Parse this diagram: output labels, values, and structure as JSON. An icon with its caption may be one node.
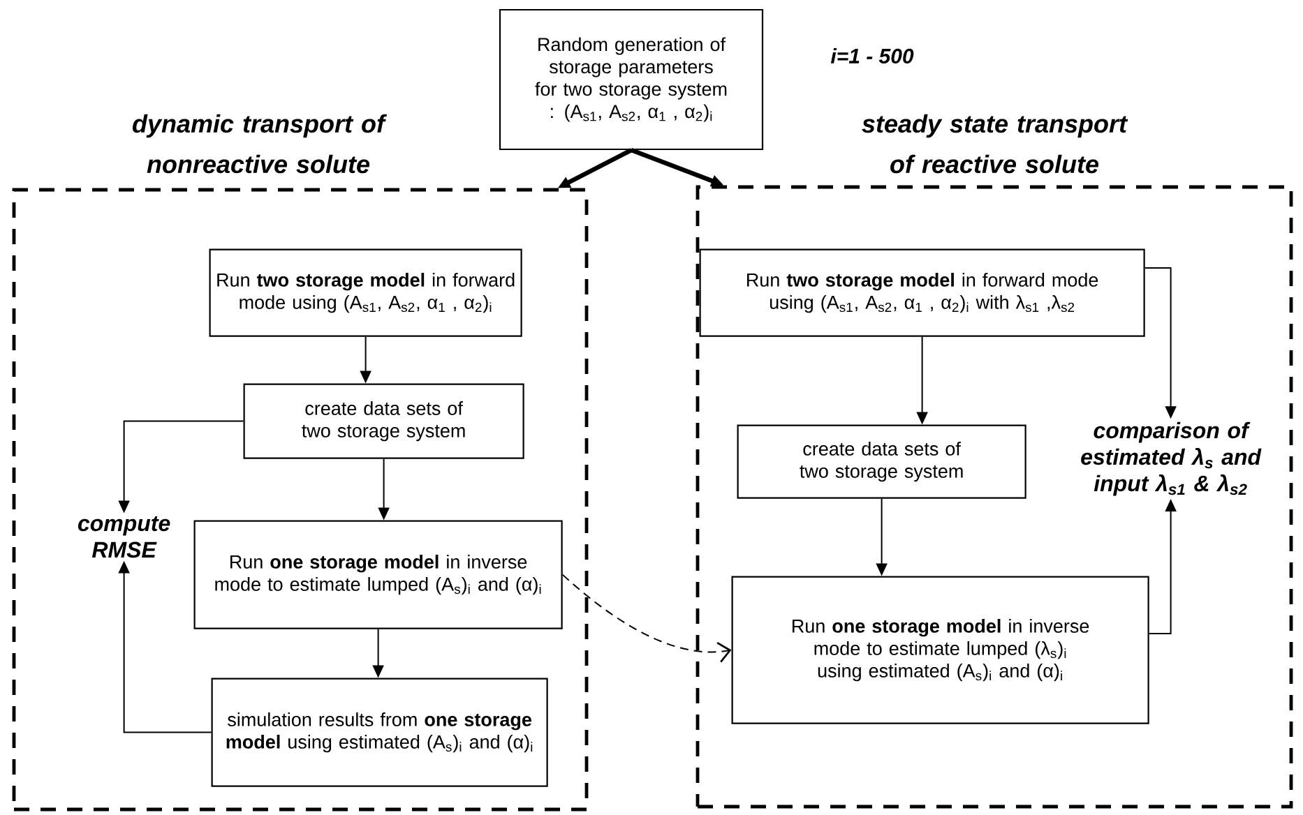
{
  "diagram": {
    "nodes": [
      {
        "text": [
          "Random generation of storage parameters for two storage system : (A$_{s1}$, A$_{s2}$, α$_{1}$ , α$_{2}$)$_{i}$"
        ]
      },
      {
        "text": [
          "dynamic transport of nonreactive solute"
        ]
      },
      {
        "text": [
          "steady state transport of reactive solute"
        ]
      },
      {
        "text": [
          "Run **two storage model** in forward mode using (A$_{s1}$, A$_{s2}$, α$_{1}$ , α$_{2}$)$_{i}$"
        ],
        "in": 1
      },
      {
        "text": [
          "create data sets of two storage system"
        ],
        "in": 1
      },
      {
        "text": [
          "compute RMSE"
        ],
        "in": 1
      },
      {
        "text": [
          "Run **one storage model** in inverse mode to estimate lumped (A$_{s}$)$_{i}$ and (α)$_{i}$"
        ],
        "in": 1
      },
      {
        "text": [
          "simulation results from **one storage model** using estimated (A$_{s}$)$_{i}$ and (α)$_{i}$"
        ],
        "in": 1
      },
      {
        "text": [
          "Run **two storage model** in forward mode using (A$_{s1}$, A$_{s2}$, α$_{1}$ , α$_{2}$)$_{i}$ with λ$_{s1}$ ,λ$_{s2}$"
        ],
        "in": 2
      },
      {
        "text": [
          "create data sets of two storage system"
        ],
        "in": 2
      },
      {
        "text": [
          "comparison of estimated λ$_{s}$ and input λ$_{s1}$ & λ$_{s2}$"
        ],
        "in": 2
      },
      {
        "text": [
          "Run **one storage model** in inverse mode to estimate lumped (λ$_{s}$)$_{i}$ using estimated (A$_{s}$)$_{i}$ and (α)$_{i}$"
        ],
        "in": 2
      }
    ],
    "edges": [
      {
        "from": 0,
        "to": 1,
        "arrow": "to",
        "style": "thick"
      },
      {
        "from": 0,
        "to": 2,
        "arrow": "to",
        "style": "thick"
      },
      {
        "from": 3,
        "to": 4,
        "arrow": "to"
      },
      {
        "from": 4,
        "to": 5,
        "arrow": "to"
      },
      {
        "from": 4,
        "to": 6,
        "arrow": "to"
      },
      {
        "from": 6,
        "to": 7,
        "arrow": "to"
      },
      {
        "from": 7,
        "to": 5,
        "arrow": "to"
      },
      {
        "from": 6,
        "to": 11,
        "arrow": "to",
        "style": "dashed"
      },
      {
        "from": 8,
        "to": 9,
        "arrow": "to"
      },
      {
        "from": 9,
        "to": 11,
        "arrow": "to"
      },
      {
        "from": 8,
        "to": 10,
        "arrow": "to"
      },
      {
        "from": 11,
        "to": 10,
        "arrow": "to"
      }
    ],
    "labels": [
      "i=1 - 500"
    ]
  }
}
